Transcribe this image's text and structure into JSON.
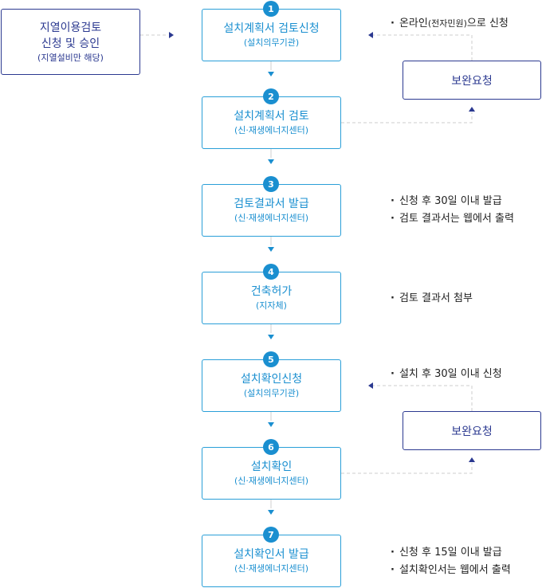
{
  "left_box": {
    "line1": "지열이용검토",
    "line2": "신청 및 승인",
    "sub": "(지열설비만 해당)"
  },
  "steps": [
    {
      "num": "1",
      "title": "설치계획서 검토신청",
      "sub": "(설치의무기관)"
    },
    {
      "num": "2",
      "title": "설치계획서 검토",
      "sub": "(신·재생에너지센터)"
    },
    {
      "num": "3",
      "title": "검토결과서 발급",
      "sub": "(신·재생에너지센터)"
    },
    {
      "num": "4",
      "title": "건축허가",
      "sub": "(지자체)"
    },
    {
      "num": "5",
      "title": "설치확인신청",
      "sub": "(설치의무기관)"
    },
    {
      "num": "6",
      "title": "설치확인",
      "sub": "(신·재생에너지센터)"
    },
    {
      "num": "7",
      "title": "설치확인서 발급",
      "sub": "(신·재생에너지센터)"
    }
  ],
  "supplement": [
    {
      "label": "보완요청"
    },
    {
      "label": "보완요청"
    }
  ],
  "notes": {
    "n1_a": "온라인",
    "n1_b": "(전자민원)",
    "n1_c": "으로 신청",
    "n3_1": "신청 후 30일 이내 발급",
    "n3_2": "검토 결과서는 웹에서 출력",
    "n4_1": "검토 결과서 첨부",
    "n5_1": "설치 후 30일 이내 신청",
    "n7_1": "신청 후 15일 이내 발급",
    "n7_2": "설치확인서는 웹에서 출력"
  },
  "colors": {
    "step_border": "#2a9fd8",
    "step_text": "#1a8fd0",
    "navy": "#2b3990",
    "connector": "#c8c8c8"
  }
}
